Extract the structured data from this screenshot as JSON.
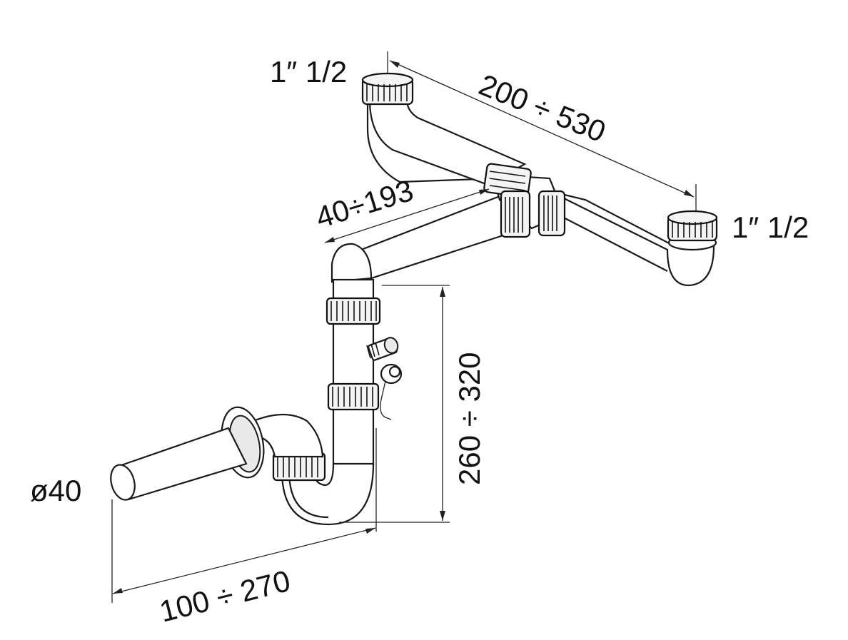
{
  "labels": {
    "inlet_left": "1″ 1/2",
    "inlet_right": "1″ 1/2",
    "top_span": "200 ÷ 530",
    "branch_span": "40÷193",
    "height_span": "260 ÷ 320",
    "outlet_diameter": "ø40",
    "outlet_span": "100 ÷ 270"
  }
}
